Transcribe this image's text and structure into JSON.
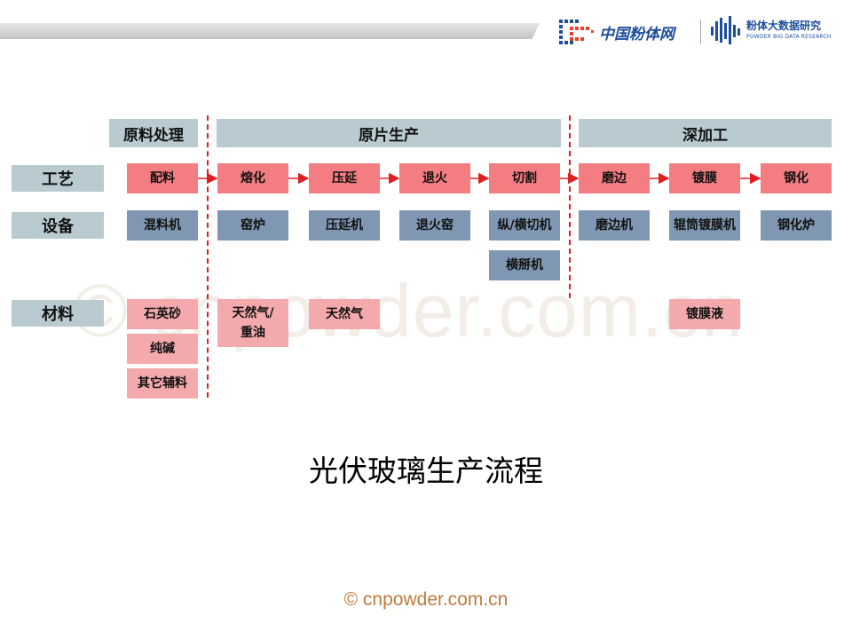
{
  "header": {
    "logo_primary": "中国粉体网",
    "logo_secondary_title": "粉体大数据研究",
    "logo_secondary_subtitle": "POWDER BIG DATA RESEARCH"
  },
  "stages": [
    {
      "label": "原料处理"
    },
    {
      "label": "原片生产"
    },
    {
      "label": "深加工"
    }
  ],
  "rows": [
    {
      "label": "工艺"
    },
    {
      "label": "设备"
    },
    {
      "label": "材料"
    }
  ],
  "process": [
    "配料",
    "熔化",
    "压延",
    "退火",
    "切割",
    "磨边",
    "镀膜",
    "钢化"
  ],
  "equipment": [
    "混料机",
    "窑炉",
    "压延机",
    "退火窑",
    "纵/横切机",
    "横掰机",
    "磨边机",
    "辊筒镀膜机",
    "钢化炉"
  ],
  "materials": {
    "col1": [
      "石英砂",
      "纯碱",
      "其它辅料"
    ],
    "fuel_a_line1": "天然气/",
    "fuel_a_line2": "重油",
    "fuel_b": "天然气",
    "coating": "镀膜液"
  },
  "watermark": "© cnpowder.com.cn",
  "caption": "光伏玻璃生产流程",
  "footer": "© cnpowder.com.cn",
  "colors": {
    "process": "#f47d81",
    "equipment": "#7f97b2",
    "material": "#f4aaac",
    "header": "#b9cbd0",
    "divider": "#e02020"
  }
}
